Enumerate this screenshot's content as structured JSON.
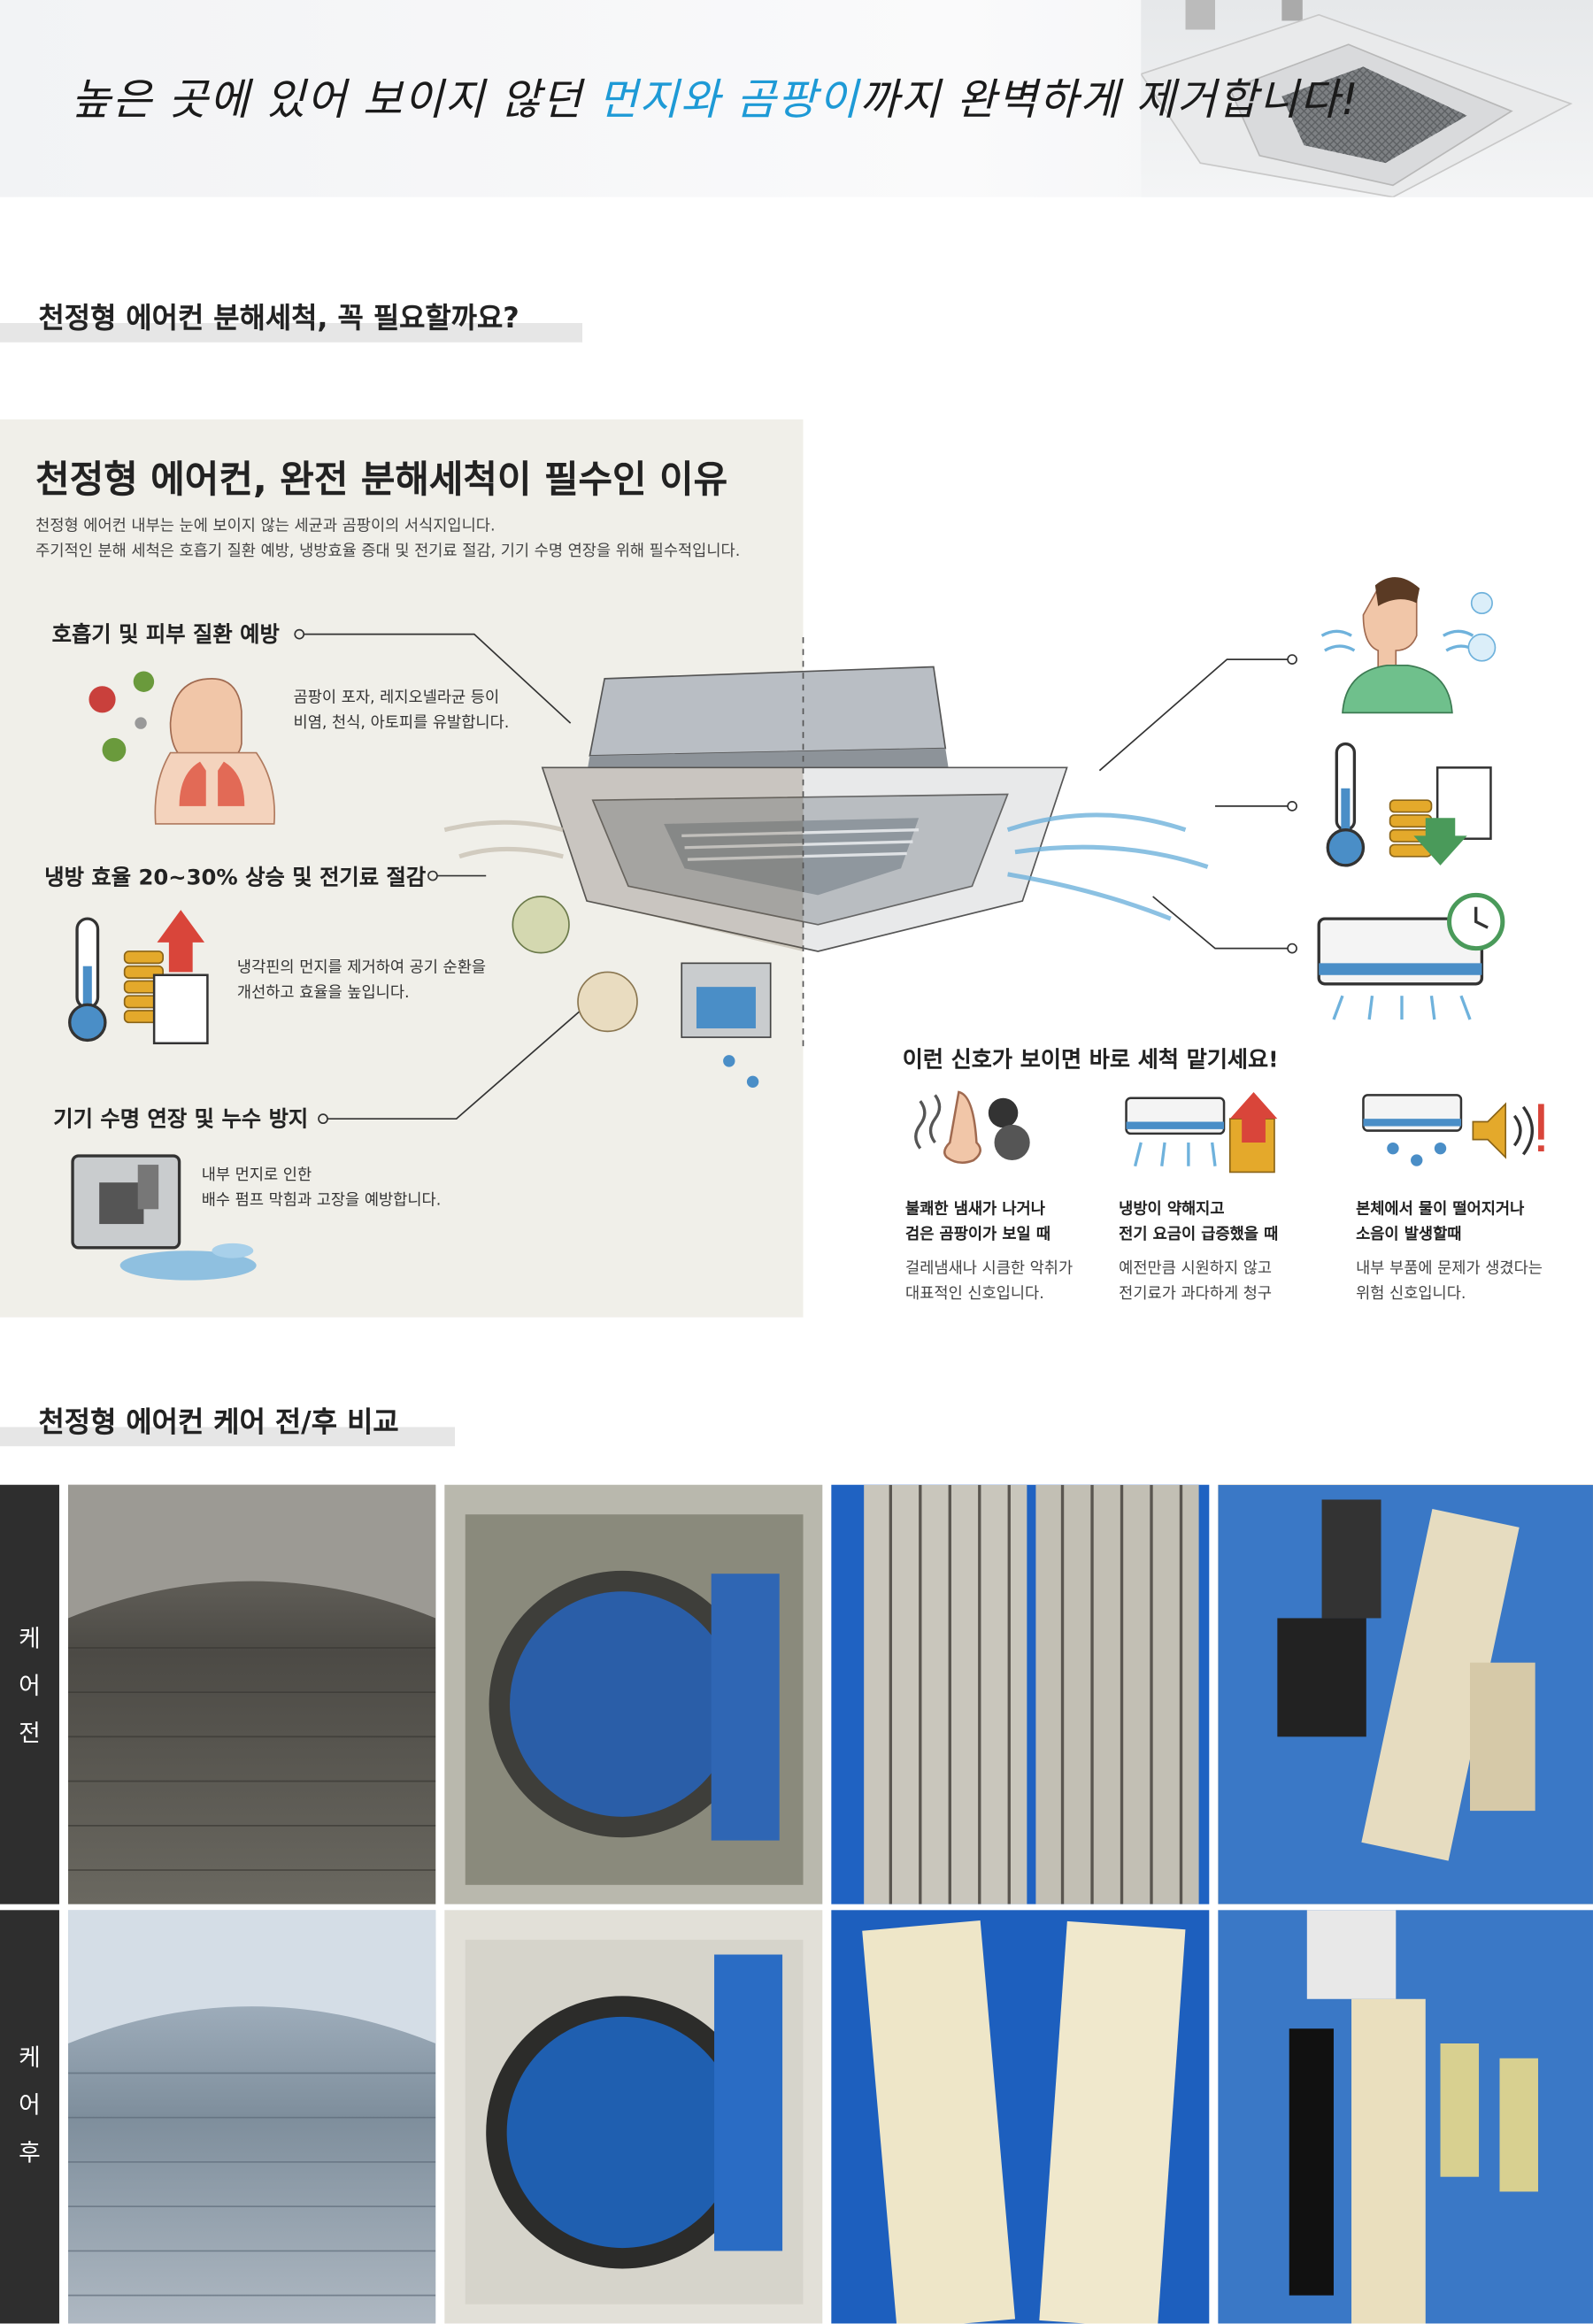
{
  "hero": {
    "headline_pre": "높은 곳에 있어 보이지 않던 ",
    "headline_hl1": "먼지와",
    "headline_mid": " ",
    "headline_hl2": "곰팡이",
    "headline_post": "까지 완벽하게 제거합니다!"
  },
  "section1": {
    "title": "천정형 에어컨 분해세척, 꼭 필요할까요?"
  },
  "panel": {
    "title": "천정형 에어컨, 완전 분해세척이 필수인 이유",
    "intro_line1": "천정형 에어컨 내부는 눈에 보이지 않는 세균과 곰팡이의 서식지입니다.",
    "intro_line2": "주기적인 분해 세척은 호흡기 질환 예방, 냉방효율 증대 및 전기료 절감, 기기 수명 연장을 위해 필수적입니다.",
    "benefits": [
      {
        "title": "호흡기 및 피부 질환 예방",
        "desc1": "곰팡이 포자, 레지오넬라균 등이",
        "desc2": "비염, 천식, 아토피를 유발합니다."
      },
      {
        "title": "냉방 효율 20~30% 상승 및 전기료 절감",
        "desc1": "냉각핀의 먼지를 제거하여 공기 순환을",
        "desc2": "개선하고 효율을 높입니다."
      },
      {
        "title": "기기 수명 연장 및 누수 방지",
        "desc1": "내부 먼지로 인한",
        "desc2": "배수 펌프 막힘과 고장을 예방합니다."
      }
    ]
  },
  "signals": {
    "title": "이런 신호가 보이면 바로 세척 맡기세요!",
    "items": [
      {
        "h1": "불쾌한 냄새가 나거나",
        "h2": "검은 곰팡이가 보일 때",
        "d1": "걸레냄새나 시큼한 악취가",
        "d2": "대표적인 신호입니다."
      },
      {
        "h1": "냉방이 약해지고",
        "h2": "전기 요금이 급증했을 때",
        "d1": "예전만큼 시원하지 않고",
        "d2": "전기료가 과다하게 청구"
      },
      {
        "h1": "본체에서 물이 떨어지거나",
        "h2": "소음이 발생할때",
        "d1": "내부 부품에 문제가 생겼다는",
        "d2": "위험 신호입니다."
      }
    ]
  },
  "section2": {
    "title": "천정형 에어컨 케어 전/후 비교"
  },
  "compare": {
    "before_label": [
      "케",
      "어",
      "전"
    ],
    "after_label": [
      "케",
      "어",
      "후"
    ]
  },
  "colors": {
    "accent_blue": "#1e9ad6",
    "dark": "#2e2e2e",
    "panel_bg": "#f0efe9"
  }
}
